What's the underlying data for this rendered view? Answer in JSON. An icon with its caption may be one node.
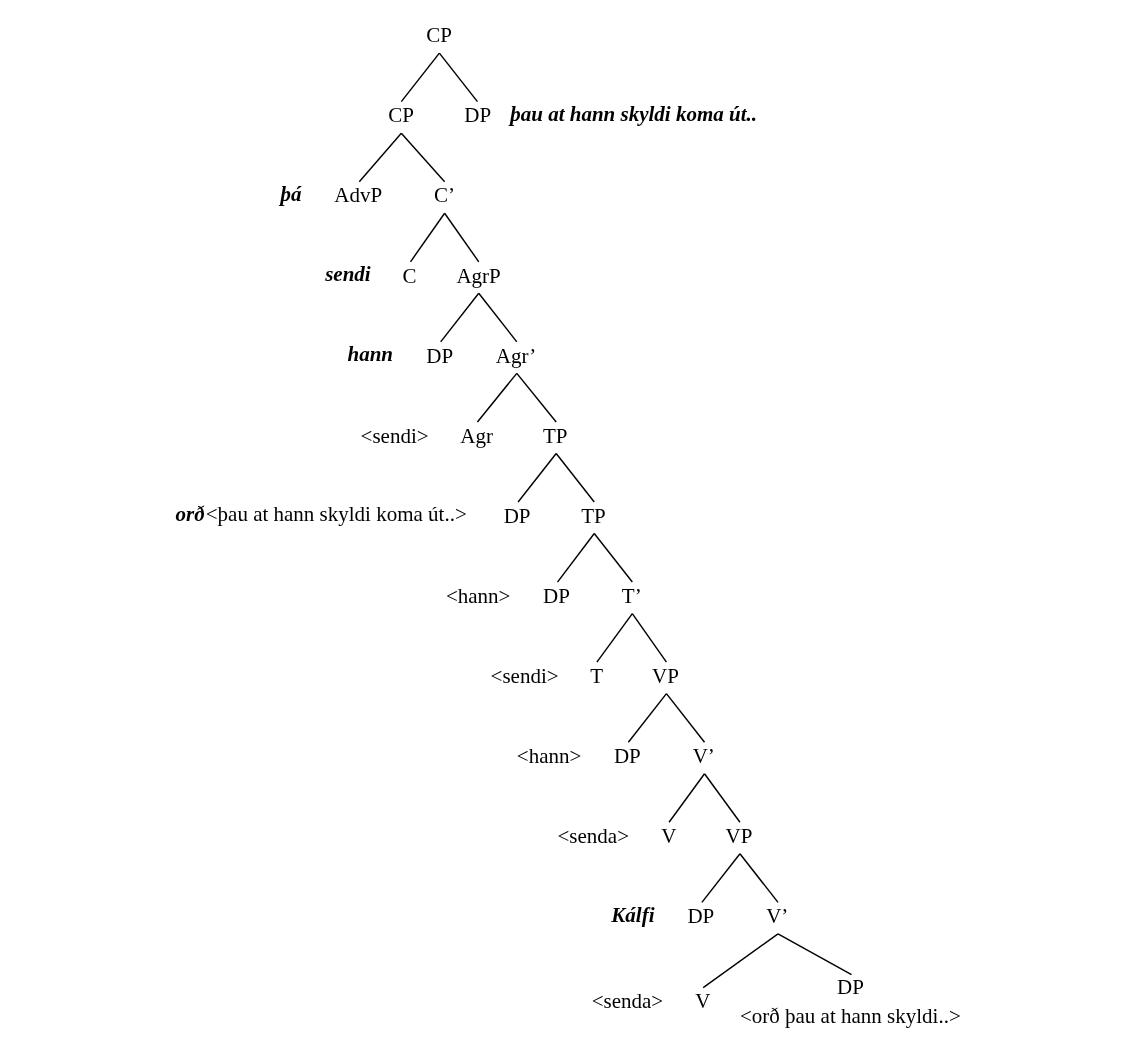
{
  "diagram": {
    "nodes": [
      {
        "text": [
          "CP"
        ]
      },
      {
        "text": [
          "CP"
        ]
      },
      {
        "text": [
          "DP"
        ],
        "beside": [
          "þau at hann skyldi koma út.."
        ]
      },
      {
        "text": [
          "AdvP"
        ],
        "beside": [
          "þá"
        ]
      },
      {
        "text": [
          "C’"
        ]
      },
      {
        "text": [
          "C"
        ],
        "beside": [
          "sendi"
        ]
      },
      {
        "text": [
          "AgrP"
        ]
      },
      {
        "text": [
          "DP"
        ],
        "beside": [
          "hann"
        ]
      },
      {
        "text": [
          "Agr’"
        ]
      },
      {
        "text": [
          "Agr"
        ],
        "beside": [
          "<sendi>"
        ]
      },
      {
        "text": [
          "TP"
        ]
      },
      {
        "text": [
          "DP"
        ],
        "beside": [
          "orð",
          "<þau at hann skyldi koma út..>"
        ]
      },
      {
        "text": [
          "TP"
        ]
      },
      {
        "text": [
          "DP"
        ],
        "beside": [
          "<hann>"
        ]
      },
      {
        "text": [
          "T’"
        ]
      },
      {
        "text": [
          "T"
        ],
        "beside": [
          "<sendi>"
        ]
      },
      {
        "text": [
          "VP"
        ]
      },
      {
        "text": [
          "DP"
        ],
        "beside": [
          "<hann>"
        ]
      },
      {
        "text": [
          "V’"
        ]
      },
      {
        "text": [
          "V"
        ],
        "beside": [
          "<senda>"
        ]
      },
      {
        "text": [
          "VP"
        ]
      },
      {
        "text": [
          "DP"
        ],
        "beside": [
          "Kálfi"
        ]
      },
      {
        "text": [
          "V’"
        ]
      },
      {
        "text": [
          "V"
        ],
        "beside": [
          "<senda>"
        ]
      },
      {
        "text": [
          "DP"
        ],
        "beside": [
          "<orð þau at hann skyldi..>"
        ]
      }
    ],
    "edges": [
      {
        "from": 0,
        "to": 1,
        "arrow": "none"
      },
      {
        "from": 0,
        "to": 2,
        "arrow": "none"
      },
      {
        "from": 1,
        "to": 3,
        "arrow": "none"
      },
      {
        "from": 1,
        "to": 4,
        "arrow": "none"
      },
      {
        "from": 4,
        "to": 5,
        "arrow": "none"
      },
      {
        "from": 4,
        "to": 6,
        "arrow": "none"
      },
      {
        "from": 6,
        "to": 7,
        "arrow": "none"
      },
      {
        "from": 6,
        "to": 8,
        "arrow": "none"
      },
      {
        "from": 8,
        "to": 9,
        "arrow": "none"
      },
      {
        "from": 8,
        "to": 10,
        "arrow": "none"
      },
      {
        "from": 10,
        "to": 11,
        "arrow": "none"
      },
      {
        "from": 10,
        "to": 12,
        "arrow": "none"
      },
      {
        "from": 12,
        "to": 13,
        "arrow": "none"
      },
      {
        "from": 12,
        "to": 14,
        "arrow": "none"
      },
      {
        "from": 14,
        "to": 15,
        "arrow": "none"
      },
      {
        "from": 14,
        "to": 16,
        "arrow": "none"
      },
      {
        "from": 16,
        "to": 17,
        "arrow": "none"
      },
      {
        "from": 16,
        "to": 18,
        "arrow": "none"
      },
      {
        "from": 18,
        "to": 19,
        "arrow": "none"
      },
      {
        "from": 18,
        "to": 20,
        "arrow": "none"
      },
      {
        "from": 20,
        "to": 21,
        "arrow": "none"
      },
      {
        "from": 20,
        "to": 22,
        "arrow": "none"
      },
      {
        "from": 22,
        "to": 23,
        "arrow": "none"
      },
      {
        "from": 22,
        "to": 24,
        "arrow": "none"
      }
    ]
  }
}
